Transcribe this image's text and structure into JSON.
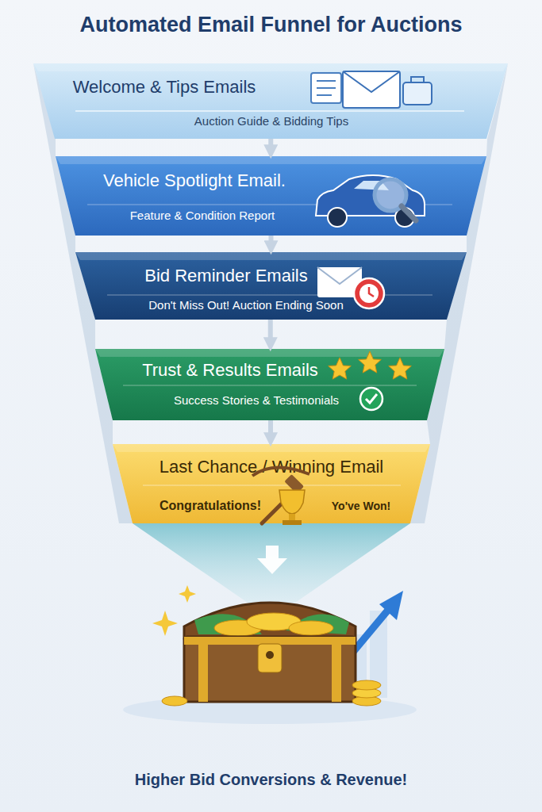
{
  "diagram": {
    "title": "Automated Email Funnel for Auctions",
    "caption": "Higher Bid Conversions & Revenue!",
    "nodes": [
      {
        "text": [
          "Welcome & Tips Emails",
          "Auction Guide & Bidding Tips"
        ]
      },
      {
        "text": [
          "Vehicle Spotlight Email.",
          "Feature & Condition Report"
        ]
      },
      {
        "text": [
          "Bid Reminder Emails",
          "Don't Miss Out! Auction Ending Soon"
        ]
      },
      {
        "text": [
          "Trust & Results Emails",
          "Success Stories & Testimonials"
        ]
      },
      {
        "text": [
          "Last Chance / Winning Email",
          "Congratulations!",
          "Yo've Won!"
        ]
      }
    ],
    "edges": [
      {
        "from": 0,
        "to": 1,
        "arrow": "to"
      },
      {
        "from": 1,
        "to": 2,
        "arrow": "to"
      },
      {
        "from": 2,
        "to": 3,
        "arrow": "to"
      },
      {
        "from": 3,
        "to": 4,
        "arrow": "to"
      }
    ]
  }
}
